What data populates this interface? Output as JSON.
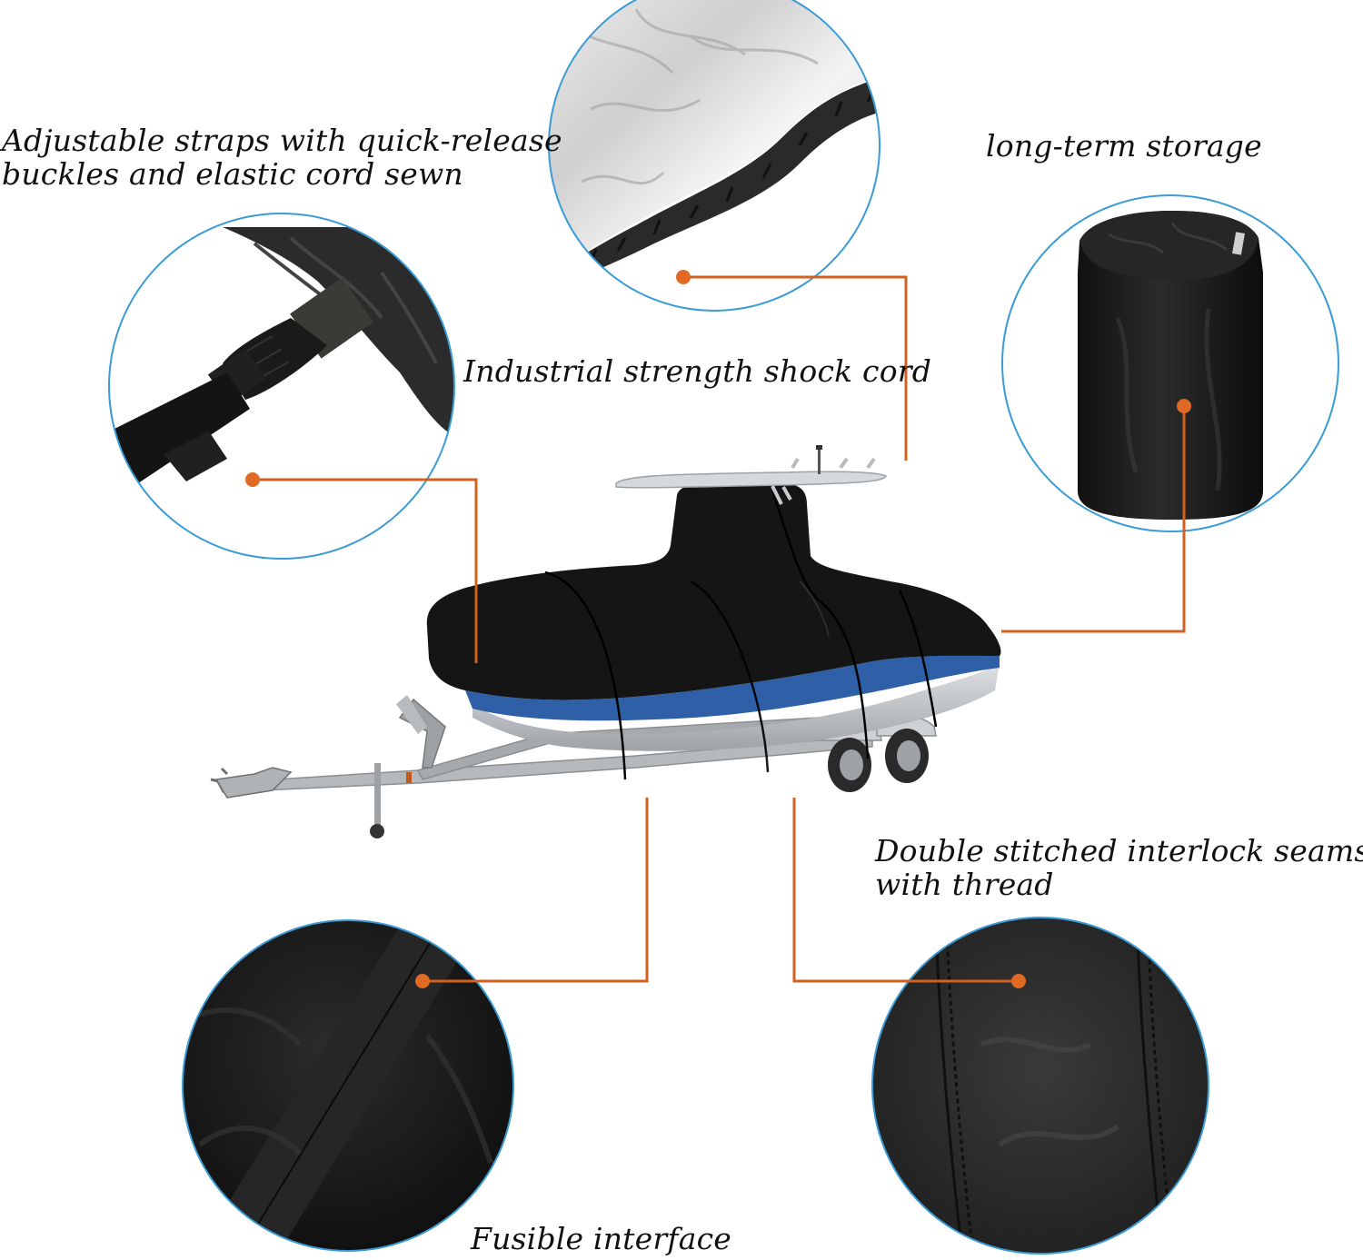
{
  "colors": {
    "background": "#ffffff",
    "callout_line": "#d2601f",
    "callout_dot": "#e06a24",
    "circle_border": "#3a9bd5",
    "cover_black": "#151515",
    "hull_blue": "#2f5fa6",
    "hull_gray": "#c9ccd0",
    "trailer_gray": "#a9adb1",
    "caption_text": "#111111"
  },
  "product": {
    "name": "boat-cover-on-trailer",
    "description": "Center-console T-top boat with black cover on tandem-axle trailer"
  },
  "callouts": [
    {
      "id": "straps",
      "lines": [
        "Adjustable straps with quick-release",
        "buckles and elastic cord sewn"
      ],
      "detail": "black strap with plastic side-release buckle"
    },
    {
      "id": "shock_cord",
      "lines": [
        "Industrial strength shock cord"
      ],
      "detail": "silver underside with black elasticized hem"
    },
    {
      "id": "storage",
      "lines": [
        "long-term storage"
      ],
      "detail": "black drawstring storage bag"
    },
    {
      "id": "seams",
      "lines": [
        "Double stitched interlock seams",
        "with thread"
      ],
      "detail": "black fabric with double-stitched seams"
    },
    {
      "id": "fusible",
      "lines": [
        "Fusible interface"
      ],
      "detail": "black fabric with heat-sealed seam tape"
    }
  ]
}
